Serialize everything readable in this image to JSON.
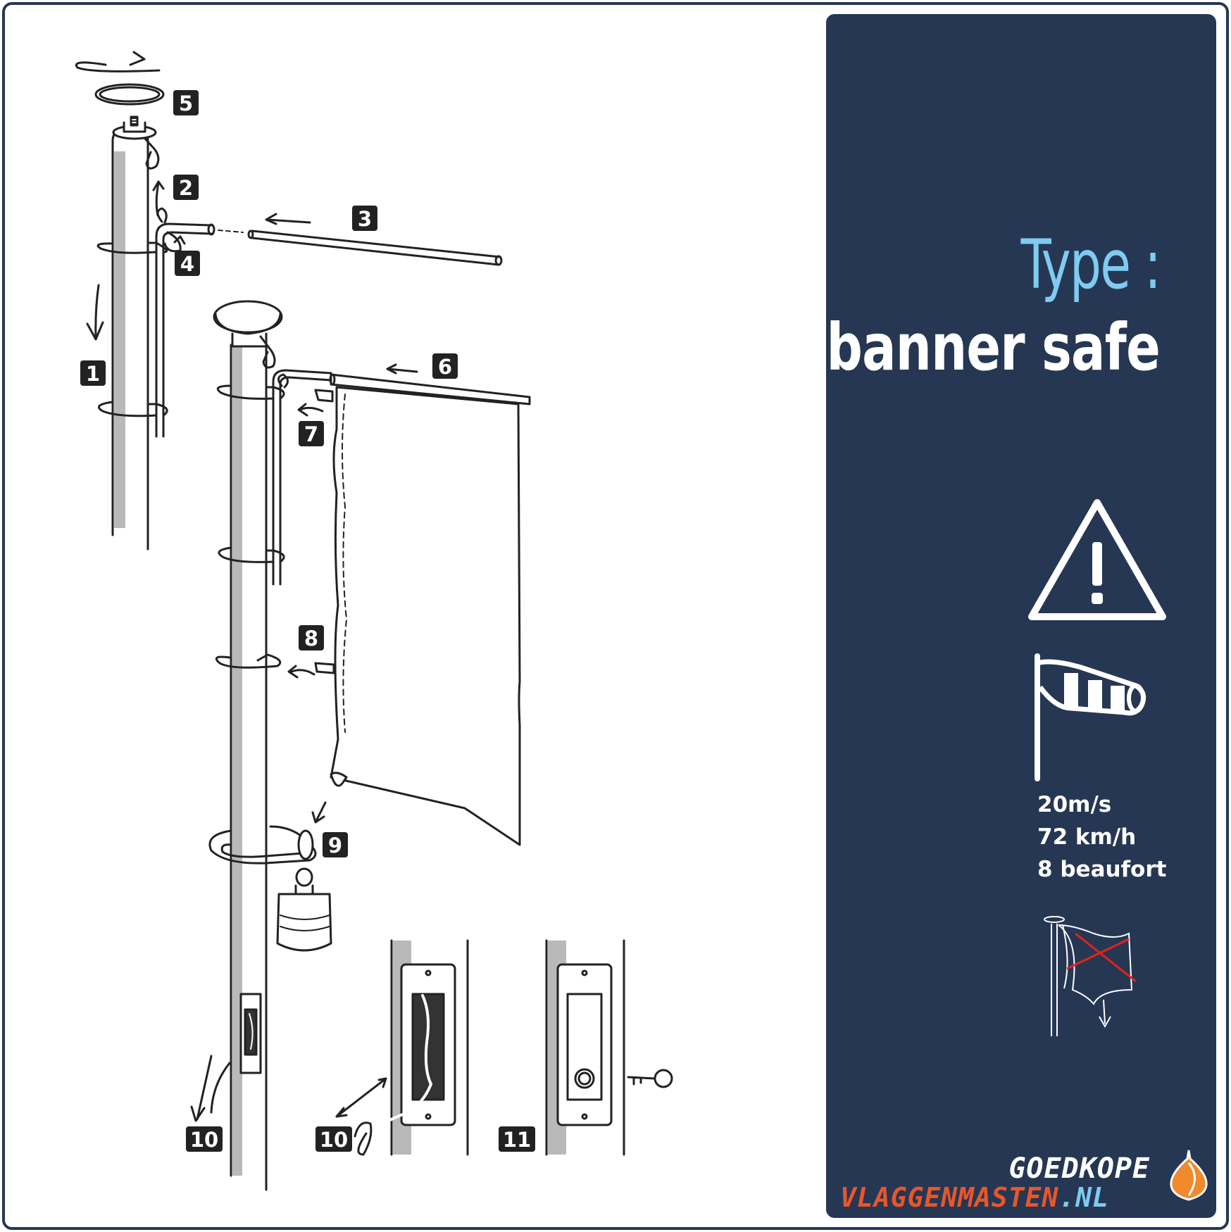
{
  "steps": [
    "1",
    "2",
    "3",
    "4",
    "5",
    "6",
    "7",
    "8",
    "9",
    "10",
    "10",
    "11"
  ],
  "panel": {
    "type_label": "Type :",
    "type_value": "banner safe",
    "wind_speed_ms": "20m/s",
    "wind_speed_kmh": "72 km/h",
    "wind_beaufort": "8 beaufort",
    "icons": [
      "warning-triangle-icon",
      "windsock-icon",
      "lower-flag-icon"
    ]
  },
  "logo": {
    "top": "GOEDKOPE",
    "bottom": "VLAGGENMASTEN",
    "tld": ".NL"
  },
  "colors": {
    "panel_bg": "#263754",
    "accent_blue": "#7fcbf1",
    "logo_orange": "#e9562a",
    "badge": "#222222",
    "cross_red": "#e2231a"
  }
}
